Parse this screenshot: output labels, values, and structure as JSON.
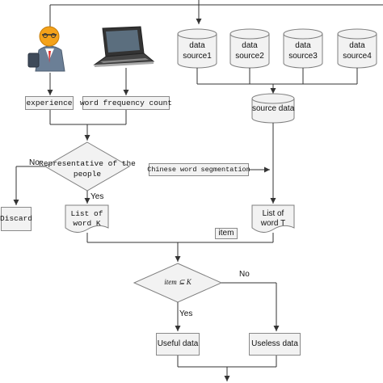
{
  "sources": [
    {
      "line1": "data",
      "line2": "source1"
    },
    {
      "line1": "data",
      "line2": "source2"
    },
    {
      "line1": "data",
      "line2": "source3"
    },
    {
      "line1": "data",
      "line2": "source4"
    }
  ],
  "experience_label": "experience",
  "word_freq_label": "word frequency count",
  "source_data_label": "source data",
  "representative": {
    "line1": "Representative of the",
    "line2": "people"
  },
  "discard_label": "Discard",
  "no_label_1": "No",
  "yes_label_1": "Yes",
  "list_k": {
    "line1": "List of",
    "line2": "word K"
  },
  "segmentation_label": "Chinese word segmentation",
  "list_t": {
    "line1": "List of",
    "line2": "word T"
  },
  "item_label": "item",
  "condition": {
    "text": "item ⊆ K"
  },
  "no_label_2": "No",
  "yes_label_2": "Yes",
  "useful_label": "Useful data",
  "useless_label": "Useless data",
  "colors": {
    "shape_fill": "#f2f2f2",
    "stroke": "#7f7f7f",
    "suit": "#6b7f96",
    "head": "#f4a21a"
  }
}
